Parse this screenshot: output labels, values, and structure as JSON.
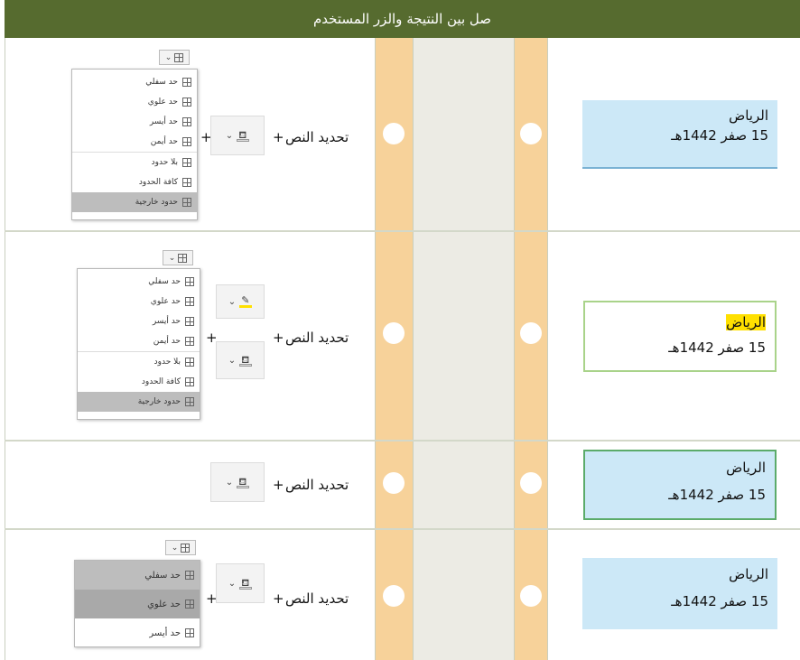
{
  "header": {
    "title": "صل بين النتيجة والزر المستخدم"
  },
  "result": {
    "city": "الرياض",
    "date": "15 صفر 1442هـ"
  },
  "action": {
    "label": "تحديد النص",
    "plus": "+"
  },
  "menu": {
    "items": [
      "حد سفلي",
      "حد علوي",
      "حد أيسر",
      "حد أيمن",
      "بلا حدود",
      "كافة الحدود",
      "حدود خارجية"
    ],
    "items_small": [
      "حد سفلي",
      "حد علوي",
      "حد أيسر"
    ]
  },
  "icons": {
    "dropdown": "⌄",
    "bucket": "⟟",
    "pen": "✎",
    "grid": "⊞"
  },
  "colors": {
    "header": "#566b2f",
    "orange": "#f7d29a",
    "gray": "#ecebe4",
    "blue": "#cce8f7",
    "highlight": "#ffe000"
  }
}
